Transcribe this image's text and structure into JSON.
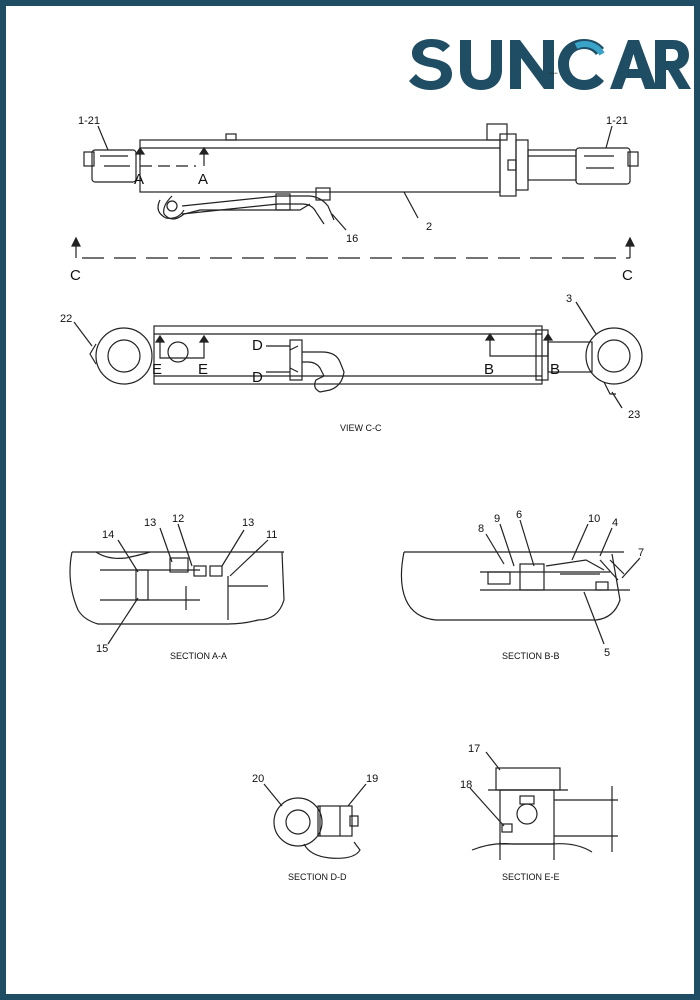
{
  "brand": {
    "name": "SUNCAR",
    "primary_color": "#1f4d63",
    "accent_color": "#3aa3c8"
  },
  "view_top": {
    "callout_left": "1-21",
    "callout_right": "1-21",
    "label_2": "2",
    "label_16": "16",
    "section_a_left": "A",
    "section_a_right": "A",
    "section_c_left": "C",
    "section_c_right": "C"
  },
  "view_cc": {
    "caption": "VIEW  C-C",
    "label_22": "22",
    "label_3": "3",
    "label_23": "23",
    "section_e_left": "E",
    "section_e_right": "E",
    "section_d_top": "D",
    "section_d_bottom": "D",
    "section_b_left": "B",
    "section_b_right": "B"
  },
  "section_aa": {
    "caption": "SECTION A-A",
    "labels": [
      "14",
      "13",
      "12",
      "13",
      "11",
      "15"
    ]
  },
  "section_bb": {
    "caption": "SECTION B-B",
    "labels": [
      "8",
      "9",
      "6",
      "10",
      "4",
      "7",
      "5"
    ]
  },
  "section_dd": {
    "caption": "SECTION D-D",
    "labels": [
      "20",
      "19"
    ]
  },
  "section_ee": {
    "caption": "SECTION E-E",
    "labels": [
      "17",
      "18"
    ]
  }
}
